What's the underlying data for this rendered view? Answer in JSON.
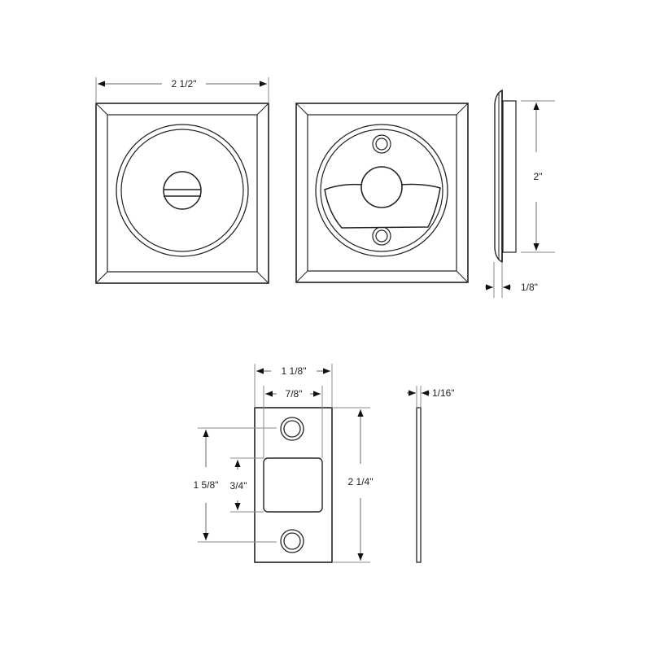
{
  "diagram": {
    "type": "technical drawing",
    "subject": "privacy pocket door lock with strike plate",
    "line_color": "#222222",
    "dim_color": "#888888"
  },
  "dimensions": {
    "plate_width": "2 1/2\"",
    "rose_height": "2\"",
    "rose_depth": "1/8\"",
    "strike_width": "1 1/8\"",
    "strike_opening_width": "7/8\"",
    "strike_hole_spacing": "1 5/8\"",
    "strike_opening_height": "3/4\"",
    "strike_height": "2 1/4\"",
    "strike_thickness": "1/16\""
  },
  "views": [
    {
      "name": "Front view – thumb turn",
      "component": "outside plate with slotted emergency release"
    },
    {
      "name": "Back view – turn piece",
      "component": "inside plate with privacy turn lever and 2 screw holes"
    },
    {
      "name": "Side profile",
      "component": "plate profile"
    },
    {
      "name": "Strike plate front",
      "component": "strike plate with square opening and 2 screw holes"
    },
    {
      "name": "Strike plate side",
      "component": "strike plate thickness"
    }
  ]
}
